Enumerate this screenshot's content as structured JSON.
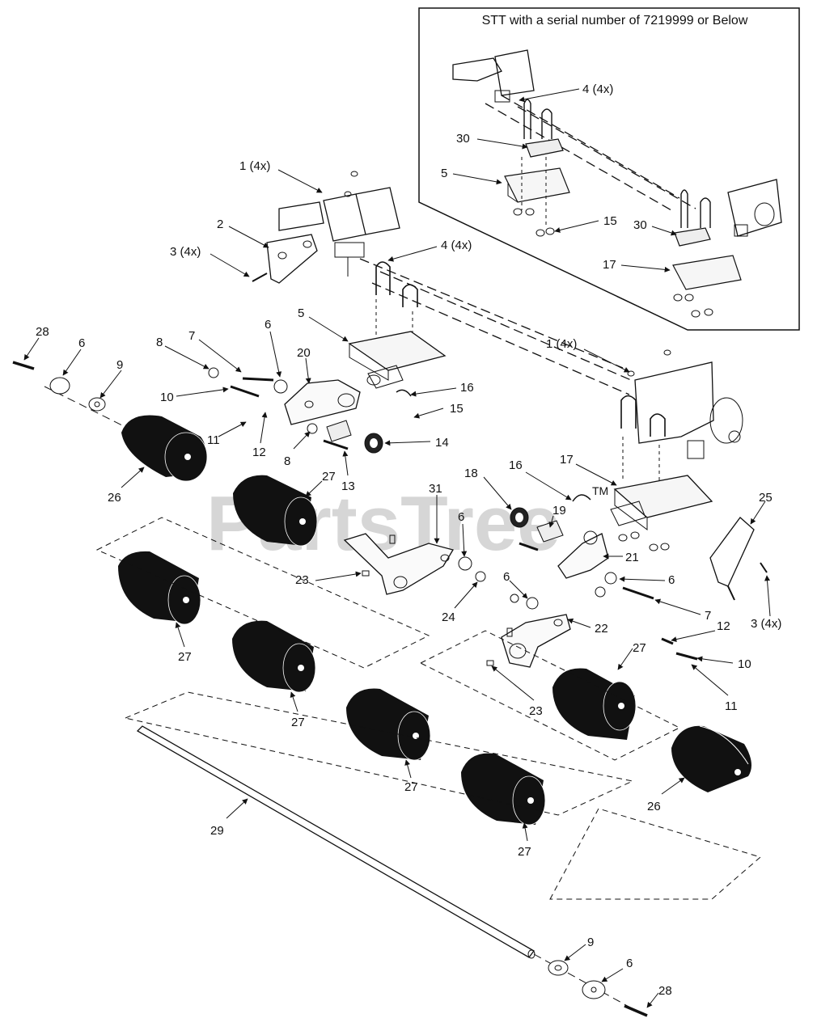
{
  "inset": {
    "title": "STT with a serial number of 7219999 or Below",
    "labels": [
      "4 (4x)",
      "30",
      "5",
      "15",
      "30",
      "17"
    ]
  },
  "watermark": "PartsTree",
  "watermark_tm": "TM",
  "callouts": [
    "1 (4x)",
    "2",
    "3 (4x)",
    "4 (4x)",
    "5",
    "28",
    "6",
    "9",
    "8",
    "7",
    "6",
    "20",
    "10",
    "11",
    "12",
    "8",
    "13",
    "14",
    "16",
    "15",
    "1 (4x)",
    "26",
    "27",
    "31",
    "18",
    "16",
    "17",
    "25",
    "19",
    "6",
    "21",
    "6",
    "7",
    "23",
    "24",
    "6",
    "22",
    "3 (4x)",
    "12",
    "10",
    "11",
    "27",
    "23",
    "27",
    "27",
    "27",
    "26",
    "29",
    "27",
    "9",
    "6",
    "28"
  ],
  "colors": {
    "ink": "#111111",
    "watermark": "#d6d6d6",
    "background": "#ffffff"
  }
}
